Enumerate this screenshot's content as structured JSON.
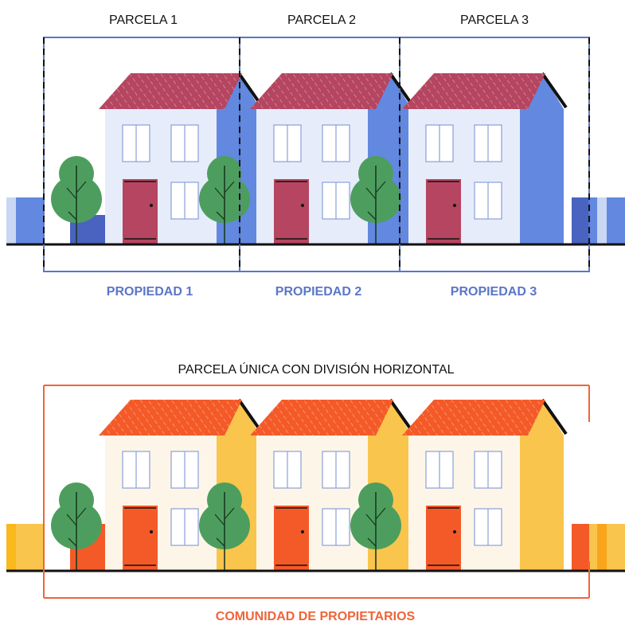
{
  "top": {
    "parcels": [
      "PARCELA 1",
      "PARCELA 2",
      "PARCELA 3"
    ],
    "properties": [
      "PROPIEDAD 1",
      "PROPIEDAD 2",
      "PROPIEDAD 3"
    ]
  },
  "bottom": {
    "title": "PARCELA ÚNICA CON DIVISIÓN HORIZONTAL",
    "caption": "COMUNIDAD DE PROPIETARIOS"
  },
  "colors": {
    "blue_frame": "#5a76c8",
    "blue_caption": "#5a76c8",
    "blue_wall": "#6288e0",
    "blue_facade": "#e6ecfa",
    "blue_roof": "#b54560",
    "blue_door": "#b54560",
    "orange_frame": "#f0643a",
    "orange_caption": "#f0643a",
    "orange_wall": "#f9c54c",
    "orange_facade": "#fdf6e8",
    "orange_roof": "#f45a28",
    "orange_door": "#f45a28",
    "tree": "#4d9e5e",
    "ground": "#111111"
  }
}
